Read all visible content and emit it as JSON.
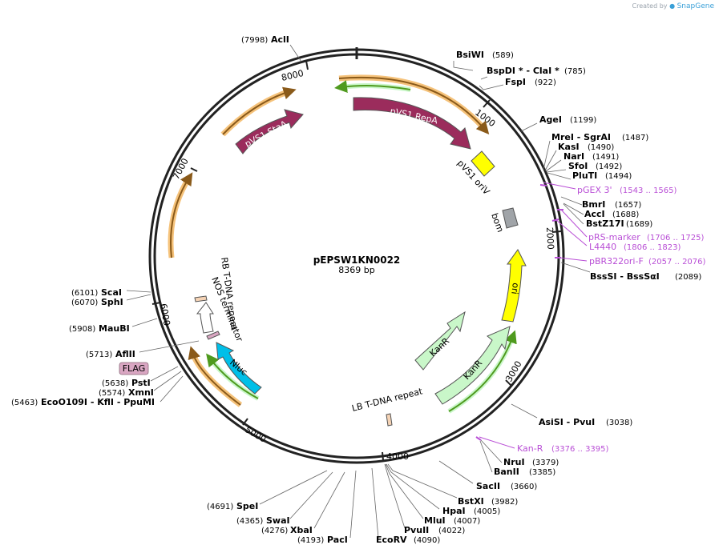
{
  "credit": {
    "prefix": "Created by",
    "brand": "SnapGene"
  },
  "plasmid": {
    "name": "pEPSW1KN0022",
    "size_label": "8369 bp",
    "length": 8369
  },
  "ticks": [
    "1000",
    "2000",
    "3000",
    "4000",
    "5000",
    "6000",
    "7000",
    "8000"
  ],
  "features": [
    {
      "id": "repa",
      "label": "pVS1 RepA",
      "color": "#9b2c5c",
      "text_color": "#ffffff"
    },
    {
      "id": "staa",
      "label": "pVS1 StaA",
      "color": "#9b2c5c",
      "text_color": "#ffffff"
    },
    {
      "id": "oriv",
      "label": "pVS1 oriV",
      "color": "#ffff00"
    },
    {
      "id": "bom",
      "label": "bom",
      "color": "#a0a4a8"
    },
    {
      "id": "ori",
      "label": "ori",
      "color": "#ffff00"
    },
    {
      "id": "kanr1",
      "label": "KanR",
      "color": "#c9f7c9"
    },
    {
      "id": "kanr2",
      "label": "KanR",
      "color": "#c9f7c9"
    },
    {
      "id": "lb",
      "label": "LB T-DNA repeat",
      "color": "#f5d3b5"
    },
    {
      "id": "rb",
      "label": "RB T-DNA repeat",
      "color": "#f5d3b5"
    },
    {
      "id": "nos",
      "label": "NOS terminator",
      "color": "#ffffff"
    },
    {
      "id": "nluc",
      "label": "Nluc",
      "color": "#00bfe8"
    },
    {
      "id": "flag",
      "label": "FLAG",
      "color": "#d9a6c2"
    }
  ],
  "sites": [
    {
      "name": "AclI",
      "pos": "(7998)"
    },
    {
      "name": "BsiWI",
      "pos": "(589)"
    },
    {
      "name": "BspDI *  -  ClaI *",
      "pos": "(785)"
    },
    {
      "name": "FspI",
      "pos": "(922)"
    },
    {
      "name": "AgeI",
      "pos": "(1199)"
    },
    {
      "name": "MreI  -  SgrAI",
      "pos": "(1487)"
    },
    {
      "name": "KasI",
      "pos": "(1490)"
    },
    {
      "name": "NarI",
      "pos": "(1491)"
    },
    {
      "name": "SfoI",
      "pos": "(1492)"
    },
    {
      "name": "PluTI",
      "pos": "(1494)"
    },
    {
      "name": "BmrI",
      "pos": "(1657)"
    },
    {
      "name": "AccI",
      "pos": "(1688)"
    },
    {
      "name": "BstZ17I",
      "pos": "(1689)"
    },
    {
      "name": "BssSI  -  BssSαI",
      "pos": "(2089)"
    },
    {
      "name": "AsiSI  -  PvuI",
      "pos": "(3038)"
    },
    {
      "name": "NruI",
      "pos": "(3379)"
    },
    {
      "name": "BanII",
      "pos": "(3385)"
    },
    {
      "name": "SacII",
      "pos": "(3660)"
    },
    {
      "name": "BstXI",
      "pos": "(3982)"
    },
    {
      "name": "HpaI",
      "pos": "(4005)"
    },
    {
      "name": "MluI",
      "pos": "(4007)"
    },
    {
      "name": "PvuII",
      "pos": "(4022)"
    },
    {
      "name": "EcoRV",
      "pos": "(4090)"
    },
    {
      "name": "PacI",
      "pos": "(4193)"
    },
    {
      "name": "XbaI",
      "pos": "(4276)"
    },
    {
      "name": "SwaI",
      "pos": "(4365)"
    },
    {
      "name": "SpeI",
      "pos": "(4691)"
    },
    {
      "name": "EcoO109I   -  KflI   -  PpuMI",
      "pos": "(5463)"
    },
    {
      "name": "XmnI",
      "pos": "(5574)"
    },
    {
      "name": "PstI",
      "pos": "(5638)"
    },
    {
      "name": "AflII",
      "pos": "(5713)"
    },
    {
      "name": "MauBI",
      "pos": "(5908)"
    },
    {
      "name": "SphI",
      "pos": "(6070)"
    },
    {
      "name": "ScaI",
      "pos": "(6101)"
    }
  ],
  "primers": [
    {
      "name": "pGEX 3'",
      "pos": "(1543 .. 1565)"
    },
    {
      "name": "pRS-marker",
      "pos": "(1706 .. 1725)"
    },
    {
      "name": "L4440",
      "pos": "(1806 .. 1823)"
    },
    {
      "name": "pBR322ori-F",
      "pos": "(2057 .. 2076)"
    },
    {
      "name": "Kan-R",
      "pos": "(3376 .. 3395)"
    }
  ],
  "colors": {
    "backbone": "#222222",
    "repa": "#9b2c5c",
    "ori": "#ffff00",
    "kanr": "#c9f7c9",
    "nluc": "#00bfe8",
    "orf_orange": "#f5c27a",
    "orf_brown": "#8a5a1a",
    "orf_green": "#4f9a1e",
    "primer": "#b94fd6"
  }
}
